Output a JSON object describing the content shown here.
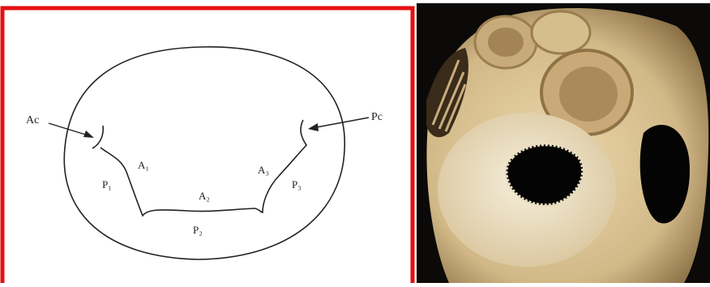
{
  "diagram": {
    "labels": {
      "ac": "Ac",
      "pc": "Pc",
      "a1": "A₁",
      "a2": "A₂",
      "a3": "A₃",
      "p1": "P₁",
      "p2": "P₂",
      "p3": "P₃"
    },
    "frame_color": "#e41010",
    "line_color": "#222222"
  },
  "photo": {
    "subject": "heart-specimen-mitral-valve-view",
    "colors": {
      "background": "#0b0a09",
      "tissue": "#d9c296",
      "tissue_shadow": "#8a6f45",
      "annulus": "#efe6cf",
      "cavity": "#050404"
    }
  }
}
